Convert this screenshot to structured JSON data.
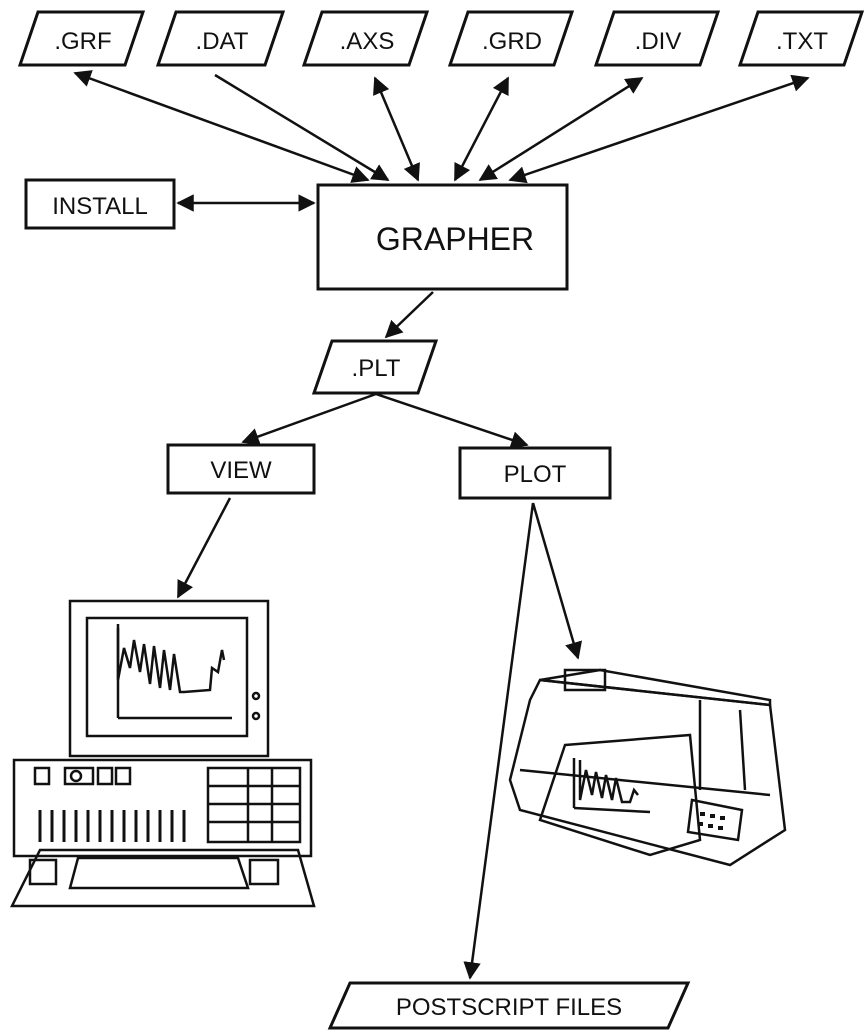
{
  "nodes": {
    "grf": ".GRF",
    "dat": ".DAT",
    "axs": ".AXS",
    "grd": ".GRD",
    "div": ".DIV",
    "txt": ".TXT",
    "install": "INSTALL",
    "grapher": "GRAPHER",
    "plt": ".PLT",
    "view": "VIEW",
    "plot": "PLOT",
    "postscript": "POSTSCRIPT FILES"
  },
  "illustrations": {
    "computer": "computer-illustration",
    "plotter": "plotter-illustration"
  }
}
